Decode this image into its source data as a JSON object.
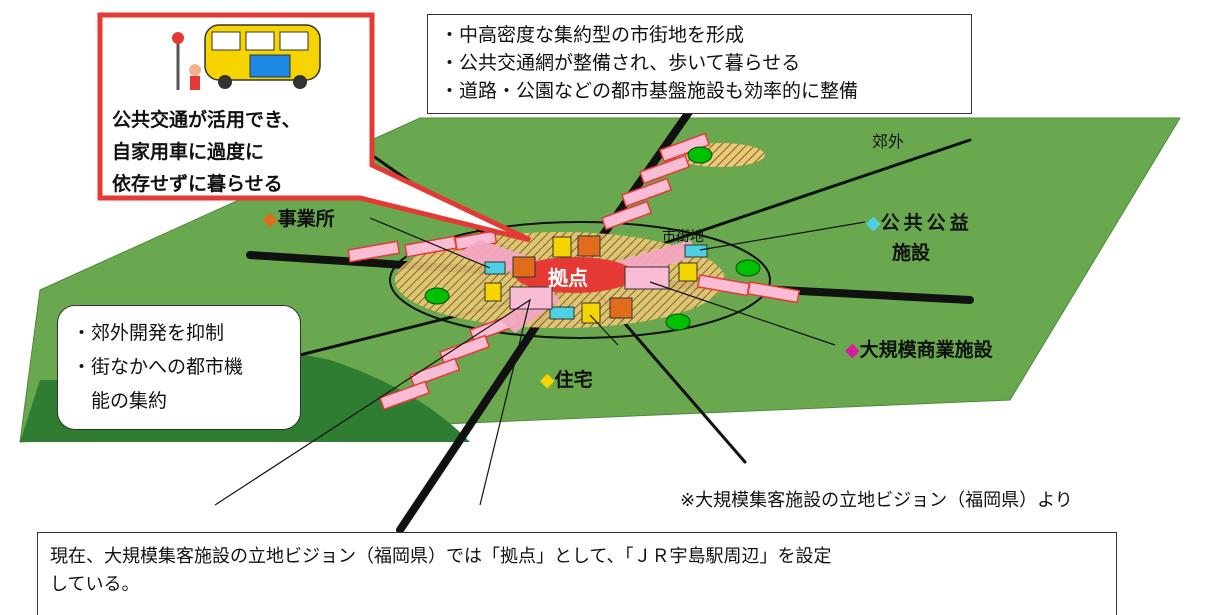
{
  "callout_transit": {
    "lines": [
      "公共交通が活用でき、",
      "自家用車に過度に",
      "依存せずに暮らせる"
    ]
  },
  "callout_top": {
    "bullets": [
      "・中高密度な集約型の市街地を形成",
      "・公共交通網が整備され、歩いて暮らせる",
      "・道路・公園などの都市基盤施設も効率的に整備"
    ]
  },
  "callout_left": {
    "bullets": [
      "・郊外開発を抑制",
      "・街なかへの都市機",
      "　能の集約"
    ]
  },
  "labels": {
    "suburb": "郊外",
    "urban_area": "市街地",
    "core": "拠点",
    "office": "事業所",
    "public_facility_1": "公共公益",
    "public_facility_2": "施設",
    "large_commercial": "大規模商業施設",
    "housing": "住宅"
  },
  "legend_markers": {
    "office": "◆",
    "public_facility": "◆",
    "large_commercial": "◆",
    "housing": "◆"
  },
  "source_note": "※大規模集客施設の立地ビジョン（福岡県）より",
  "footer_note": {
    "line1": "現在、大規模集客施設の立地ビジョン（福岡県）では「拠点」として、「ＪＲ宇島駅周辺」を設定",
    "line2": "している。"
  },
  "colors": {
    "green_field": "#6aa84f",
    "dark_green": "#2e7d32",
    "red_accent": "#e53935",
    "pink_building": "#f8bcd4",
    "office_orange": "#e06c1c",
    "public_cyan": "#4dd0e1",
    "commercial_magenta": "#d81b9f",
    "housing_yellow": "#f5d400",
    "hatch_brown": "#b8860b"
  }
}
